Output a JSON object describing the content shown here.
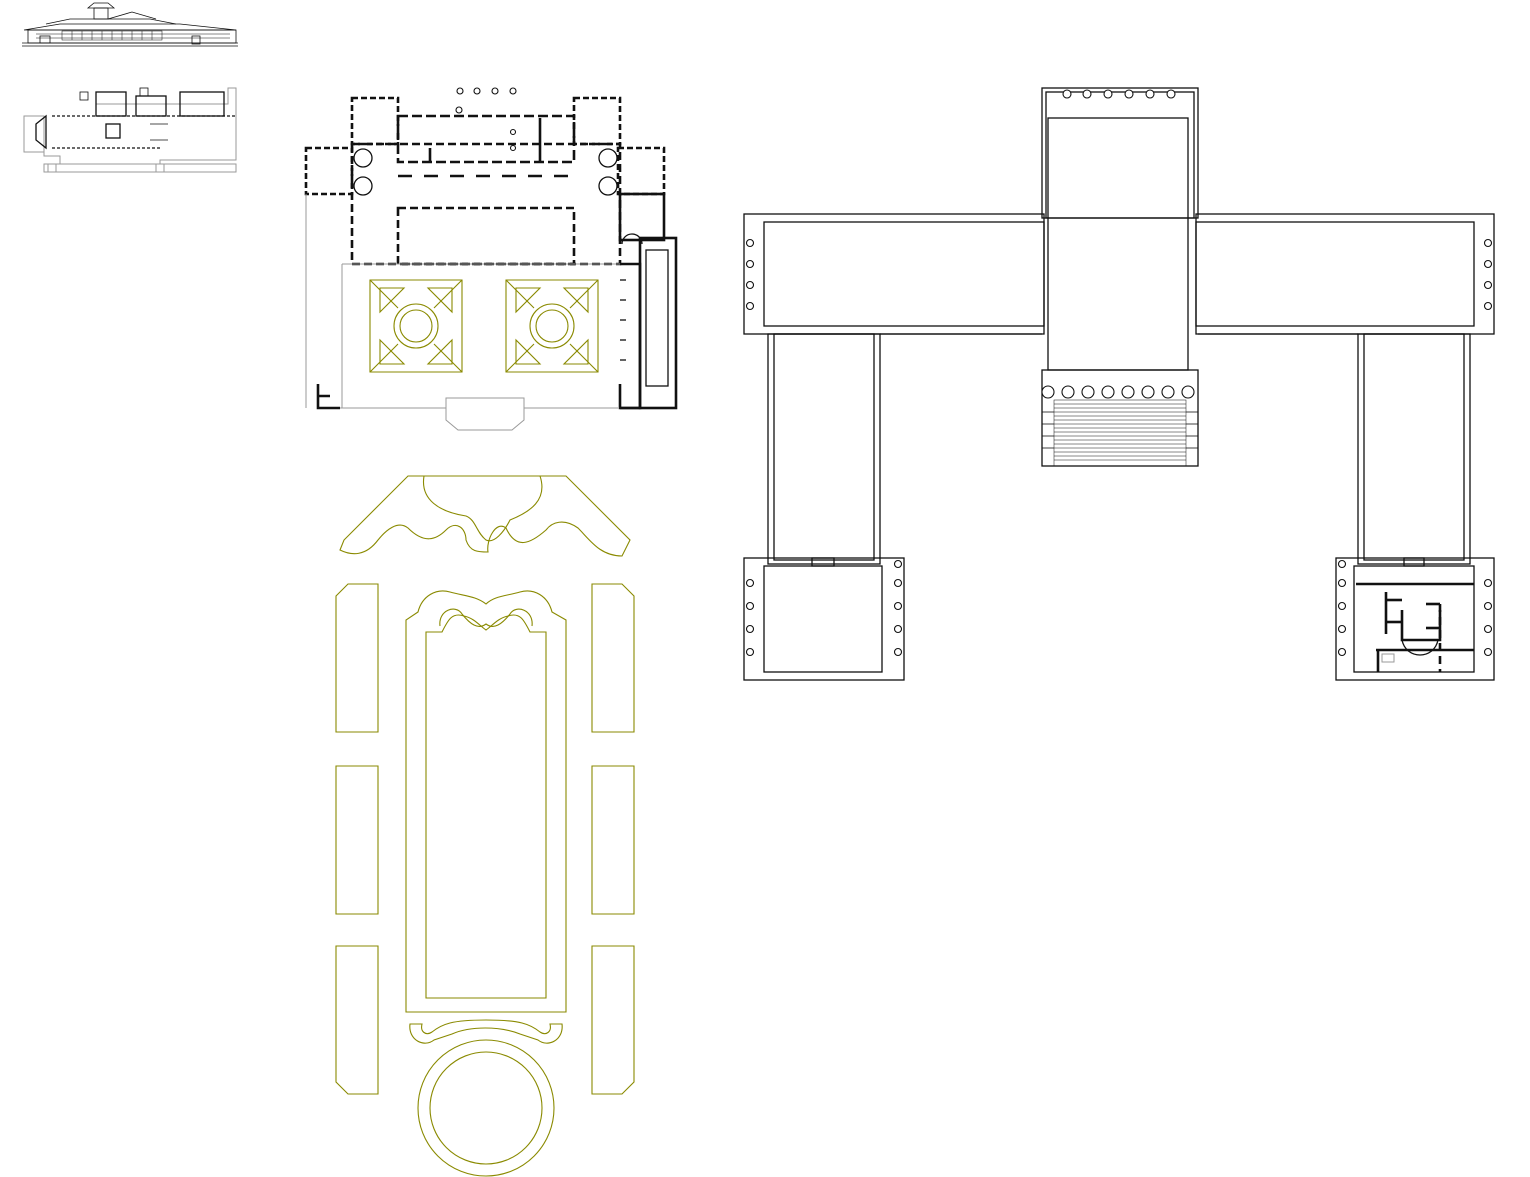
{
  "colors": {
    "background": "#ffffff",
    "ink": "#111111",
    "grey": "#9a9a9a",
    "olive": "#8a8a00"
  },
  "drawings": [
    {
      "name": "elevation-thumbnail",
      "kind": "elevation"
    },
    {
      "name": "plan-thumbnail",
      "kind": "floor-plan"
    },
    {
      "name": "villa-floor-plan",
      "kind": "floor-plan"
    },
    {
      "name": "parterre-garden-layout",
      "kind": "garden-plan"
    },
    {
      "name": "colonnaded-building-plan",
      "kind": "floor-plan"
    }
  ]
}
